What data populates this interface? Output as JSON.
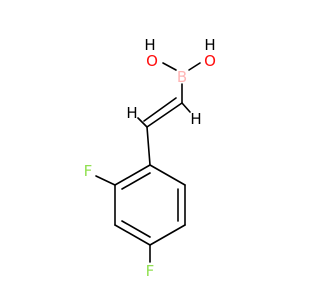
{
  "molecule": {
    "atoms": {
      "oh_left": {
        "label": "O",
        "h_label": "H",
        "color": "#ff0d0d",
        "h_color": "#000000"
      },
      "oh_right": {
        "label": "O",
        "h_label": "H",
        "color": "#ff0d0d",
        "h_color": "#000000"
      },
      "boron": {
        "label": "B",
        "color": "#ffb5b5"
      },
      "vinyl_h_right": {
        "label": "H",
        "color": "#000000"
      },
      "vinyl_h_left": {
        "label": "H",
        "color": "#000000"
      },
      "fluorine_ortho": {
        "label": "F",
        "color": "#90e050"
      },
      "fluorine_para": {
        "label": "F",
        "color": "#90e050"
      }
    }
  }
}
